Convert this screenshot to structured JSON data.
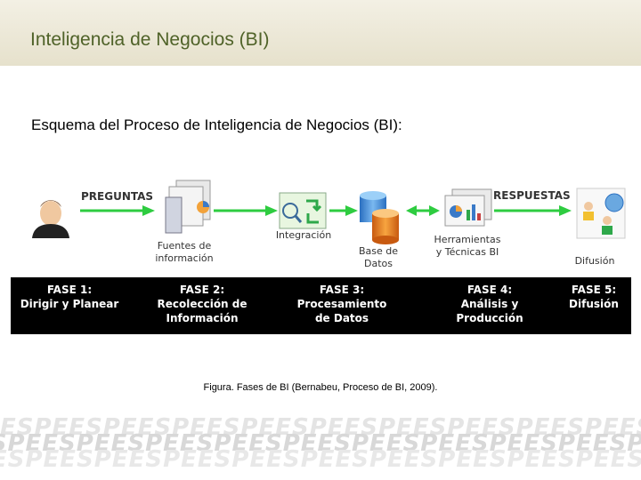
{
  "header": {
    "title": "Inteligencia de Negocios (BI)"
  },
  "subtitle": "Esquema del Proceso  de Inteligencia de Negocios (BI):",
  "diagram": {
    "arrow_labels": {
      "left": "PREGUNTAS",
      "right": "RESPUESTAS"
    },
    "icons": {
      "fuentes": "Fuentes de\ninformación",
      "integracion": "Integración",
      "base_datos": "Base de\nDatos",
      "herramientas": "Herramientas\ny Técnicas BI",
      "difusion": "Difusión"
    },
    "phases": [
      "FASE 1:\nDirigir y Planear",
      "FASE 2:\nRecolección de\nInformación",
      "FASE 3:\nProcesamiento\nde Datos",
      "FASE 4:\nAnálisis y\nProducción",
      "FASE 5:\nDifusión"
    ]
  },
  "caption": "Figura. Fases de BI (Bernabeu, Proceso de BI, 2009).",
  "footer": {
    "watermark": "ESPE"
  },
  "colors": {
    "title": "#4f6228",
    "arrow_green": "#2ecc40",
    "band": "#000000"
  }
}
